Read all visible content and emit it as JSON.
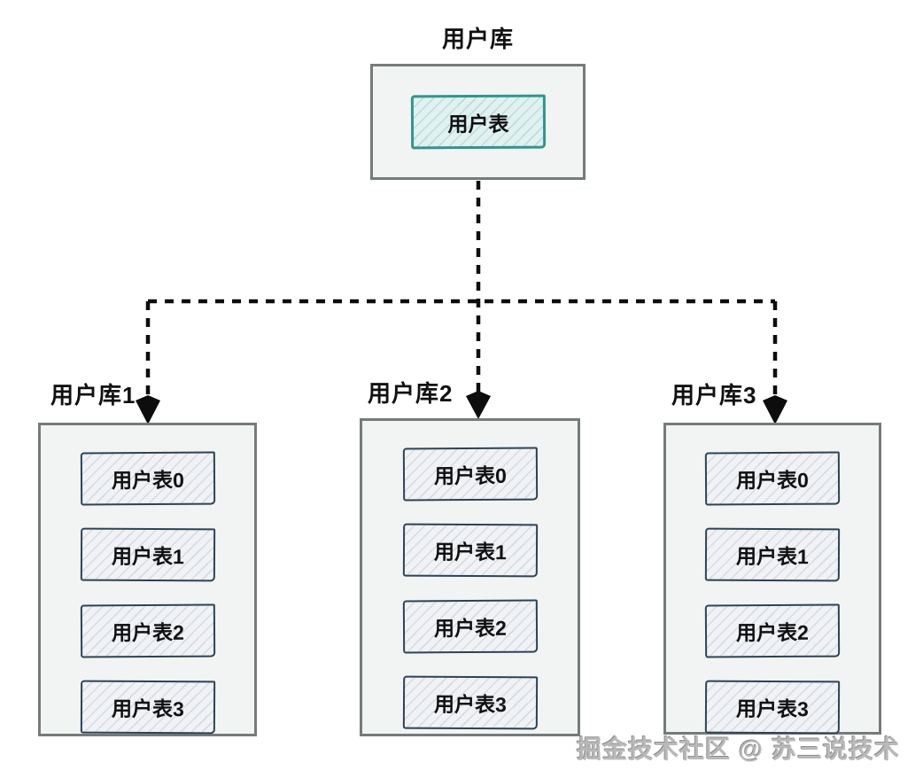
{
  "top_db": {
    "title": "用户库",
    "table": "用户表"
  },
  "shards": [
    {
      "label": "用户库1",
      "tables": [
        "用户表0",
        "用户表1",
        "用户表2",
        "用户表3"
      ]
    },
    {
      "label": "用户库2",
      "tables": [
        "用户表0",
        "用户表1",
        "用户表2",
        "用户表3"
      ]
    },
    {
      "label": "用户库3",
      "tables": [
        "用户表0",
        "用户表1",
        "用户表2",
        "用户表3"
      ]
    }
  ],
  "watermark": "掘金技术社区 @ 苏三说技术",
  "colors": {
    "accent_teal": "#2f968f",
    "teal_fill": "#e1f1ef",
    "table_border_dark": "#2d4356",
    "table_fill": "#f0f2f5",
    "outer_box_border": "#757b7b",
    "outer_box_fill": "#f1f4f3",
    "arrow": "#0d0d0d",
    "text": "#111111",
    "watermark_gray": "#b9b9b9"
  }
}
